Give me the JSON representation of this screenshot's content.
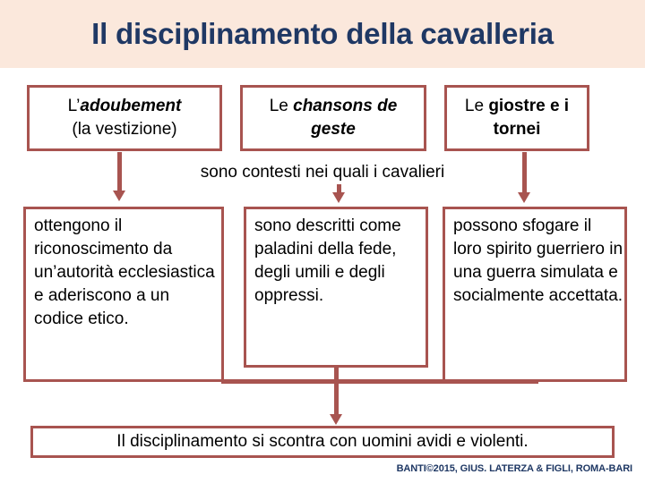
{
  "slide": {
    "title": "Il disciplinamento della cavalleria",
    "title_color": "#1f3864",
    "header_bg": "#fbe8dc",
    "accent_color": "#a85450",
    "credit": "BANTI©2015, GIUS. LATERZA & FIGLI, ROMA-BARI"
  },
  "top_boxes": [
    {
      "id": "adoubement",
      "line1_plain": "L’",
      "line1_emphasis": "adoubement",
      "line2": "(la vestizione)"
    },
    {
      "id": "chansons",
      "line1_plain": "Le ",
      "line1_emphasis": "chansons de",
      "line2_emphasis": "geste"
    },
    {
      "id": "giostre",
      "line1_plain": "Le ",
      "line1_emphasis": "giostre e i",
      "line2_emphasis": "tornei"
    }
  ],
  "middle_text": "sono contesti nei quali i cavalieri",
  "bottom_boxes": [
    {
      "id": "ottengono",
      "text": "ottengono il riconoscimento da un’autorità ecclesiastica e aderiscono a un codice etico."
    },
    {
      "id": "descritti",
      "text": "sono descritti come paladini della fede, degli umili e degli oppressi."
    },
    {
      "id": "sfogare",
      "text": "possono sfogare il loro spirito guerriero in una guerra simulata e socialmente accettata."
    }
  ],
  "conclusion": "Il disciplinamento si scontra con uomini avidi e violenti."
}
